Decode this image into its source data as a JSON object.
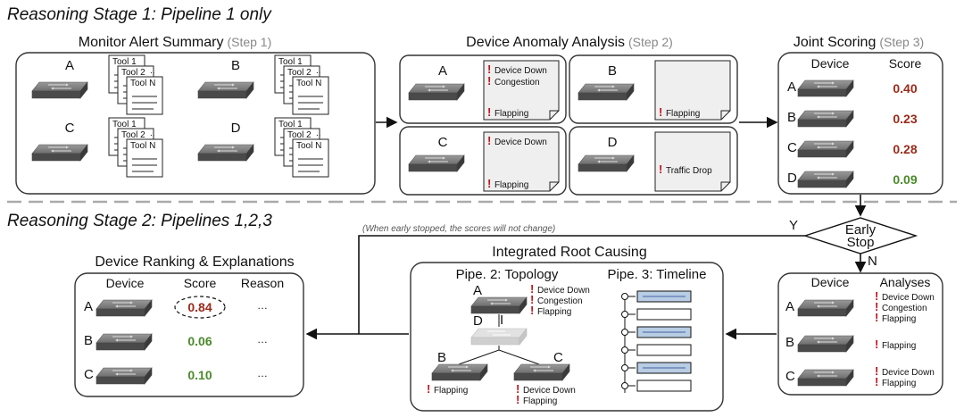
{
  "stage1": "Reasoning Stage 1: Pipeline 1 only",
  "stage2": "Reasoning Stage 2: Pipelines 1,2,3",
  "monitor": {
    "title": "Monitor Alert Summary",
    "step": "(Step 1)",
    "devices": [
      "A",
      "B",
      "C",
      "D"
    ],
    "tools": [
      "Tool 1",
      "Tool 2",
      "Tool N"
    ],
    "ellipsis": ".."
  },
  "anomaly": {
    "title": "Device Anomaly Analysis",
    "step": "(Step 2)",
    "cards": [
      {
        "device": "A",
        "notes": [
          "Device Down",
          "Congestion",
          "Flapping"
        ]
      },
      {
        "device": "B",
        "notes": [
          "Flapping"
        ]
      },
      {
        "device": "C",
        "notes": [
          "Device Down",
          "Flapping"
        ]
      },
      {
        "device": "D",
        "notes": [
          "Traffic Drop"
        ]
      }
    ]
  },
  "joint": {
    "title": "Joint Scoring",
    "step": "(Step 3)",
    "col_device": "Device",
    "col_score": "Score",
    "rows": [
      {
        "device": "A",
        "score": "0.40",
        "color": "#9a2a1a"
      },
      {
        "device": "B",
        "score": "0.23",
        "color": "#9a2a1a"
      },
      {
        "device": "C",
        "score": "0.28",
        "color": "#9a2a1a"
      },
      {
        "device": "D",
        "score": "0.09",
        "color": "#4a8a2a"
      }
    ]
  },
  "early_stop": {
    "label_line1": "Early",
    "label_line2": "Stop",
    "yes": "Y",
    "no": "N",
    "note": "(When early stopped, the scores will not change)"
  },
  "analyses": {
    "col_device": "Device",
    "col_analyses": "Analyses",
    "rows": [
      {
        "device": "A",
        "notes": [
          "Device Down",
          "Congestion",
          "Flapping"
        ]
      },
      {
        "device": "B",
        "notes": [
          "Flapping"
        ]
      },
      {
        "device": "C",
        "notes": [
          "Device Down",
          "Flapping"
        ]
      }
    ]
  },
  "integrated": {
    "title": "Integrated Root Causing",
    "topology_title": "Pipe. 2: Topology",
    "timeline_title": "Pipe. 3: Timeline",
    "topo_A": "A",
    "topo_D": "D",
    "topo_B": "B",
    "topo_C": "C",
    "topo_link": "I",
    "topo_A_notes": [
      "Device Down",
      "Congestion",
      "Flapping"
    ],
    "topo_B_notes": [
      "Flapping"
    ],
    "topo_C_notes": [
      "Device Down",
      "Flapping"
    ]
  },
  "ranking": {
    "title": "Device Ranking & Explanations",
    "col_device": "Device",
    "col_score": "Score",
    "col_reason": "Reason",
    "rows": [
      {
        "device": "A",
        "score": "0.84",
        "reason": "…",
        "color": "#9a2a1a"
      },
      {
        "device": "B",
        "score": "0.06",
        "reason": "…",
        "color": "#4a8a2a"
      },
      {
        "device": "C",
        "score": "0.10",
        "reason": "…",
        "color": "#4a8a2a"
      }
    ]
  },
  "exclaim": "!",
  "icons": {
    "switch": "network-switch-icon",
    "doc": "document-icon",
    "timeline": "timeline-icon"
  },
  "colors": {
    "score_high": "#9a2a1a",
    "score_low": "#4a8a2a",
    "alert": "#c0141c",
    "timeline_bar": "#b8cce4"
  }
}
